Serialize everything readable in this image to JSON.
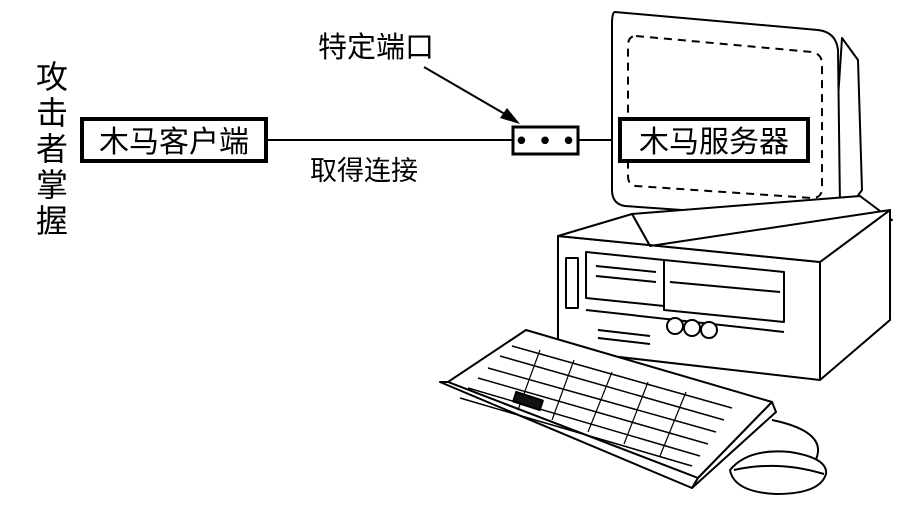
{
  "attacker_label": [
    "攻",
    "击",
    "者",
    "掌",
    "握"
  ],
  "client_box": "木马客户端",
  "server_box": "木马服务器",
  "port_label": "特定端口",
  "connection_label": "取得连接",
  "port_glyphs": "• • •"
}
